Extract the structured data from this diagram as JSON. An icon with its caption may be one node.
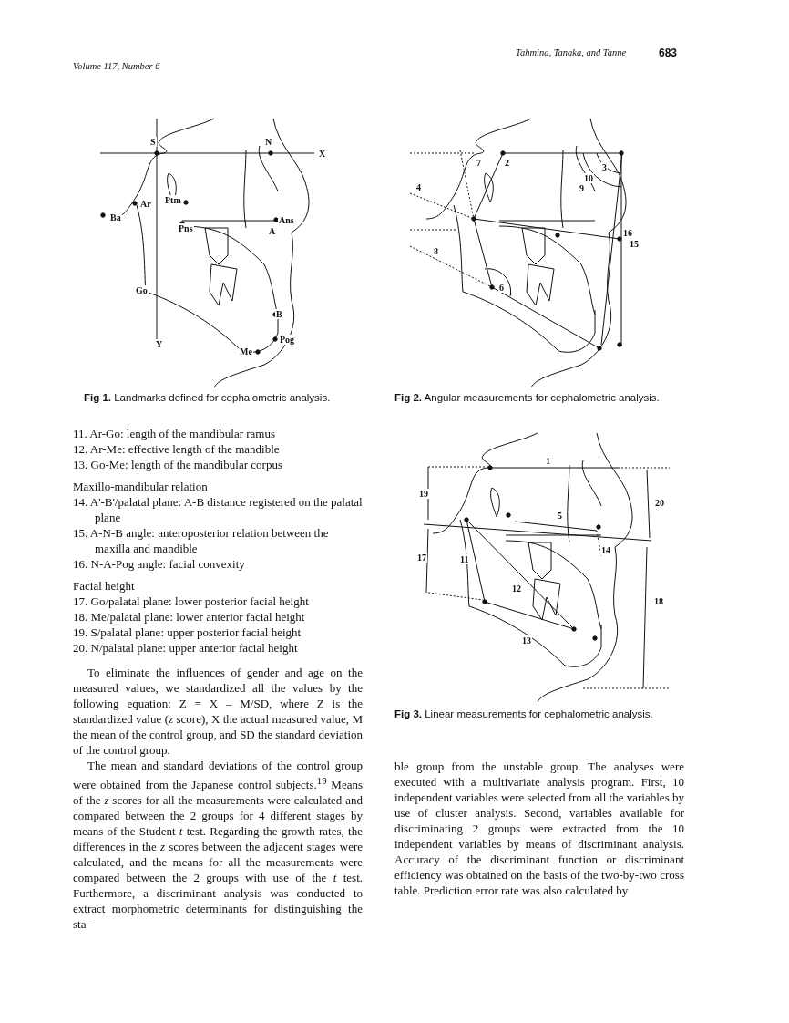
{
  "diagram": {
    "labels": [
      "Volume 117, Number 6",
      "Tahmina, Tanaka, and Tanne",
      "683",
      "S",
      "N",
      "X",
      "Ptm",
      "Ba",
      "Ar",
      "Ans",
      "Pns",
      "A",
      "Go",
      "B",
      "Pog",
      "Y",
      "Me",
      "7",
      "2",
      "10",
      "3",
      "4",
      "9",
      "16",
      "15",
      "8",
      "6",
      "1",
      "19",
      "20",
      "5",
      "17",
      "11",
      "14",
      "12",
      "18",
      "13",
      "**Fig 1.** Landmarks defined for cephalometric analysis.",
      "**Fig 2.** Angular measurements for cephalometric analysis.",
      "**Fig 3.** Linear measurements for cephalometric analysis.",
      "11. Ar-Go: length of the mandibular ramus",
      "12. Ar-Me: effective length of the mandible",
      "13. Go-Me: length of the mandibular corpus",
      "Maxillo-mandibular relation",
      "14. A'-B'/palatal plane: A-B distance registered on the palatal plane",
      "15. A-N-B angle: anteroposterior relation between the maxilla and mandible",
      "16. N-A-Pog angle: facial convexity",
      "Facial height",
      "17. Go/palatal plane: lower posterior facial height",
      "18. Me/palatal plane: lower anterior facial height",
      "19. S/palatal plane: upper posterior facial height",
      "20. N/palatal plane: upper anterior facial height",
      "To eliminate the influences of gender and age on the measured values, we standardized all the values by the following equation: Z = X – M/SD, where Z is the standardized value (*z* score), X the actual measured value, M the mean of the control group, and SD the standard deviation of the control group.",
      "The mean and standard deviations of the control group were obtained from the Japanese control subjects.$^{19}$ Means of the *z* scores for all the measurements were calculated and compared between the 2 groups for 4 different stages by means of the Student *t* test. Regarding the growth rates, the differences in the *z* scores between the adjacent stages were calculated, and the means for all the measurements were compared between the 2 groups with use of the *t* test. Furthermore, a discriminant analysis was conducted to extract morphometric determinants for distinguishing the sta-",
      "ble group from the unstable group. The analyses were executed with a multivariate analysis program. First, 10 independent variables were selected from all the variables by use of cluster analysis. Second, variables available for discriminating 2 groups were extracted from the 10 independent variables by means of discriminant analysis. Accuracy of the discriminant function or discriminant efficiency was obtained on the basis of the two-by-two cross table. Prediction error rate was also calculated by"
    ]
  }
}
